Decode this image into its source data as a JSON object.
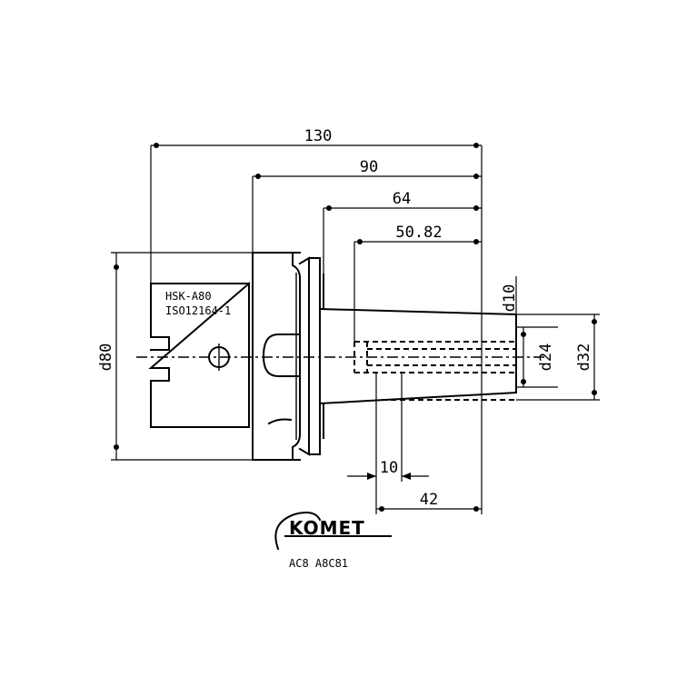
{
  "dimensions": {
    "overall_length": "130",
    "length_90": "90",
    "length_64": "64",
    "length_50_82": "50.82",
    "diameter_80": "d80",
    "diameter_10": "d10",
    "diameter_24": "d24",
    "diameter_32": "d32",
    "length_10": "10",
    "length_42": "42"
  },
  "labels": {
    "spec_line1": "HSK-A80",
    "spec_line2": "ISO12164-1"
  },
  "logo": {
    "brand": "KOMET",
    "article": "AC8 A8C81"
  }
}
